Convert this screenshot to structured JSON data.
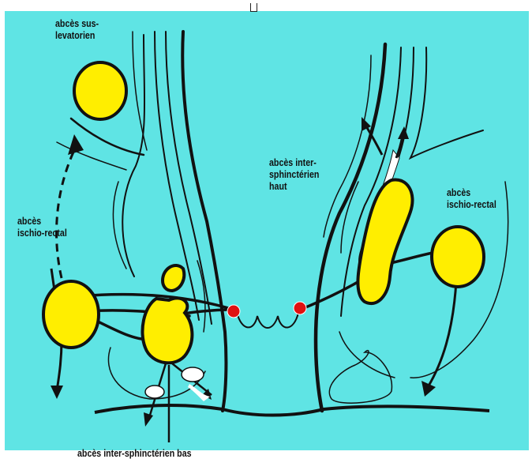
{
  "labels": {
    "sus_levatorien": "abcès sus-\nlevatorien",
    "ischio_rectal_left": "abcès\nischio-rectal",
    "inter_sphincterien_haut": "abcès inter-\nsphinctérien\nhaut",
    "ischio_rectal_right": "abcès\nischio-rectal",
    "inter_sphincterien_bas": "abcès inter-sphinctérien bas"
  },
  "colors": {
    "background": "#5fe4e4",
    "abscess_fill": "#ffee00",
    "outline": "#111111",
    "crypt": "#e01010"
  }
}
